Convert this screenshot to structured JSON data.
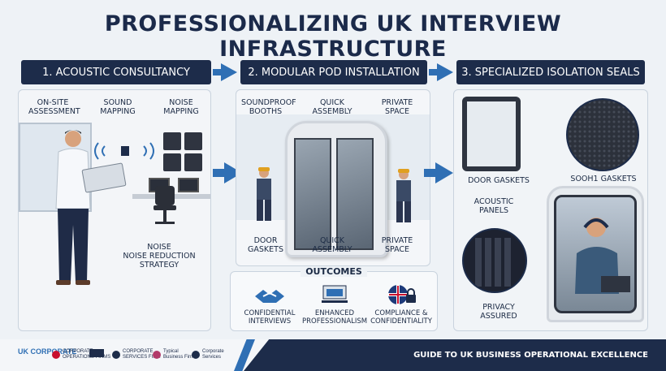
{
  "title": "PROFESSIONALIZING UK INTERVIEW INFRASTRUCTURE",
  "steps": [
    {
      "label": "1. ACOUSTIC CONSULTANCY"
    },
    {
      "label": "2. MODULAR POD INSTALLATION"
    },
    {
      "label": "3. SPECIALIZED ISOLATION SEALS"
    }
  ],
  "panel1": {
    "onsite": "ON-SITE\nASSESSMENT",
    "sound": "SOUND\nMAPPING",
    "noise_map": "NOISE\nMAPPING",
    "noise_strategy": "NOISE\nNOISE REDUCTION\nSTRATEGY"
  },
  "panel2": {
    "booths": "SOUNDPROOF\nBOOTHS",
    "assembly_top": "QUICK\nASSEMBLY",
    "private_top": "PRIVATE\nSPACE",
    "gaskets": "DOOR\nGASKETS",
    "assembly_bottom": "QUICK\nASSEMBLY",
    "private_bottom": "PRIVATE\nSPACE"
  },
  "outcomes": {
    "title": "OUTCOMES",
    "items": [
      {
        "label": "CONFIDENTIAL\nINTERVIEWS",
        "icon": "handshake-icon"
      },
      {
        "label": "ENHANCED\nPROFESSIONALISM",
        "icon": "office-icon"
      },
      {
        "label": "COMPLIANCE &\nCONFIDENTIALITY",
        "icon": "uk-lock-icon"
      }
    ]
  },
  "panel3": {
    "door_gaskets": "DOOR GASKETS",
    "sooh_gaskets": "SOOH1 GASKETS",
    "acoustic_panels": "ACOUSTIC\nPANELS",
    "privacy": "PRIVACY\nASSURED"
  },
  "footer": {
    "tagline": "GUIDE TO UK BUSINESS OPERATIONAL EXCELLENCE",
    "logos": [
      "UK CORPORATE",
      "CORPORATE\nOPERATIONS FIRMS",
      "",
      "CORPORATE\nSERVICES FIRM",
      "Typical\nBusiness Firm",
      "Corporate\nServices"
    ]
  },
  "colors": {
    "navy": "#1d2c4a",
    "accent": "#2f6fb4"
  }
}
